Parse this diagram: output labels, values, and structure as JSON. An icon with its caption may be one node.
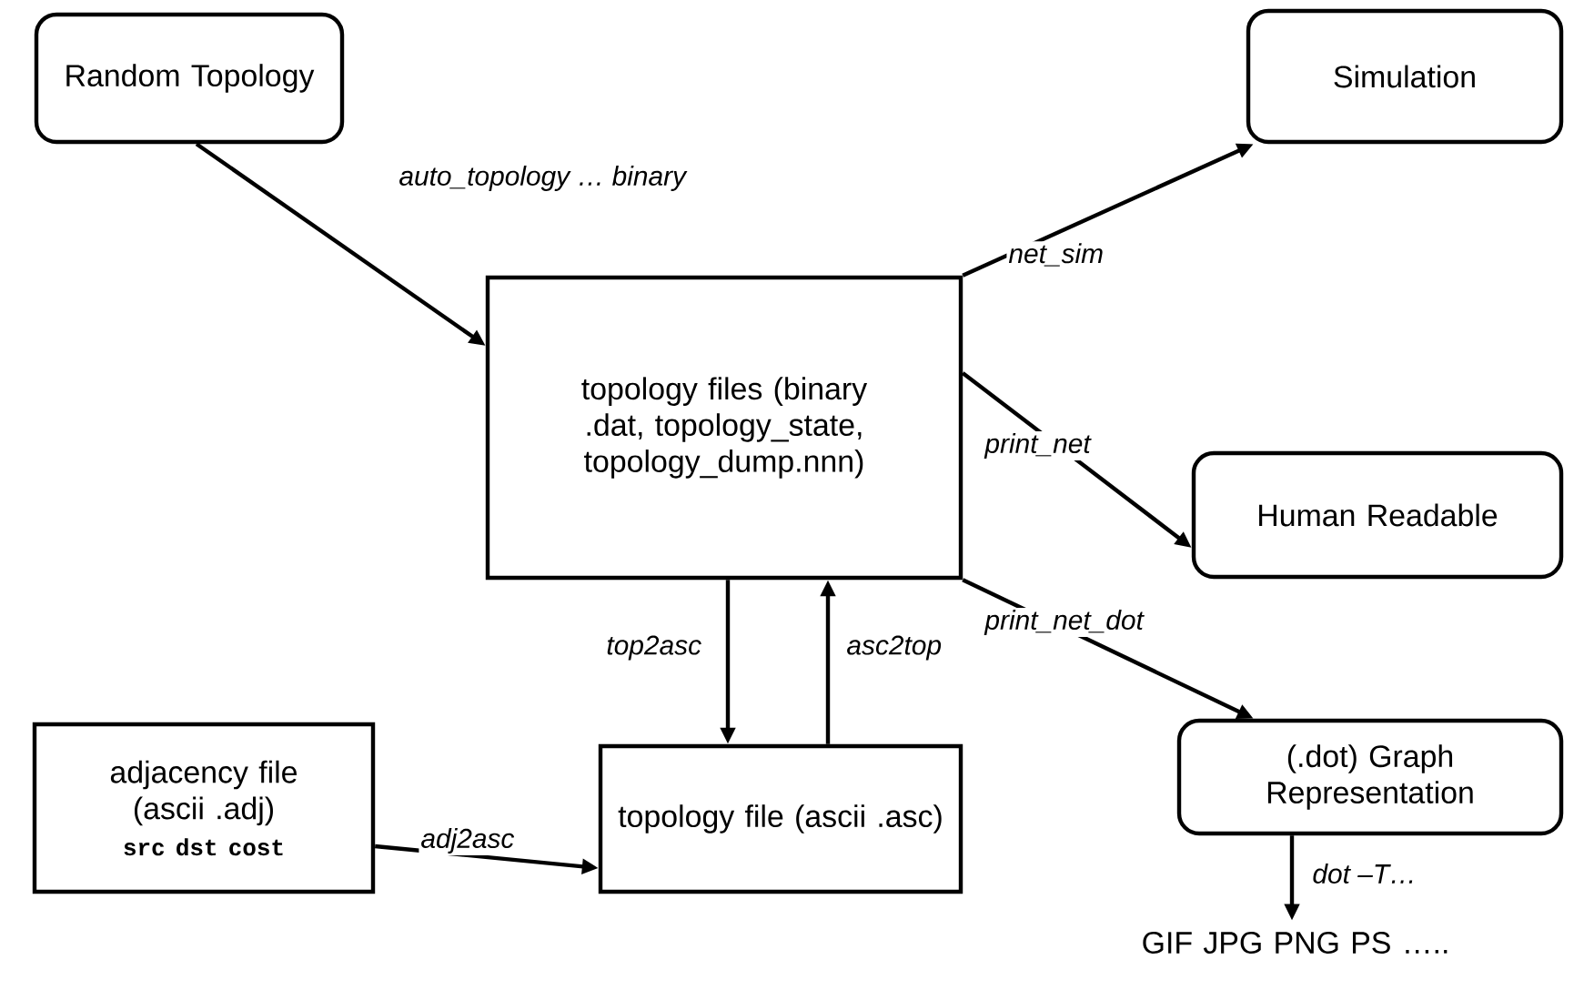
{
  "diagram": {
    "nodes": [
      {
        "text": [
          "Random Topology"
        ]
      },
      {
        "text": [
          "Simulation"
        ]
      },
      {
        "text": [
          "topology files (binary .dat, topology_state, topology_dump.nnn)"
        ]
      },
      {
        "text": [
          "Human Readable"
        ]
      },
      {
        "text": [
          "adjacency file (ascii .adj)",
          "src dst cost"
        ]
      },
      {
        "text": [
          "topology file (ascii .asc)"
        ]
      },
      {
        "text": [
          "(.dot) Graph Representation"
        ]
      },
      {
        "text": [
          "GIF  JPG  PNG  PS  ….."
        ]
      }
    ],
    "edges": [
      {
        "from": 0,
        "to": 2,
        "arrow": "to",
        "label": "auto_topology … binary"
      },
      {
        "from": 2,
        "to": 1,
        "arrow": "to",
        "label": "net_sim"
      },
      {
        "from": 2,
        "to": 3,
        "arrow": "to",
        "label": "print_net"
      },
      {
        "from": 2,
        "to": 6,
        "arrow": "to",
        "label": "print_net_dot"
      },
      {
        "from": 2,
        "to": 5,
        "arrow": "to",
        "label": "top2asc"
      },
      {
        "from": 5,
        "to": 2,
        "arrow": "to",
        "label": "asc2top"
      },
      {
        "from": 4,
        "to": 5,
        "arrow": "to",
        "label": "adj2asc"
      },
      {
        "from": 6,
        "to": 7,
        "arrow": "to",
        "label": "dot –T…"
      }
    ]
  }
}
